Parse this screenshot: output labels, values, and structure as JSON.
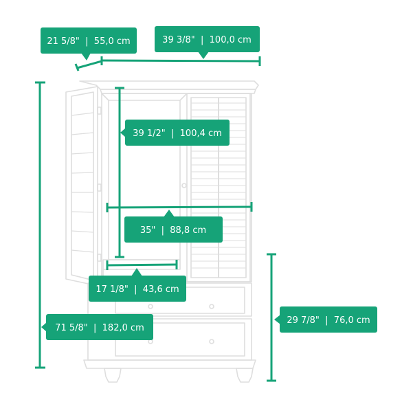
{
  "colors": {
    "accent": "#16a378",
    "outline": "#dedede",
    "label_text": "#ffffff"
  },
  "dimensions": {
    "depth": "21 5/8\"  |  55,0 cm",
    "width": "39 3/8\"  |  100,0 cm",
    "interior_height": "39 1/2\"  |  100,4 cm",
    "interior_width": "35\"  |  88,8 cm",
    "interior_depth": "17 1/8\"  |  43,6 cm",
    "total_height": "71 5/8\"  |  182,0 cm",
    "base_height": "29 7/8\"  |  76,0 cm"
  }
}
